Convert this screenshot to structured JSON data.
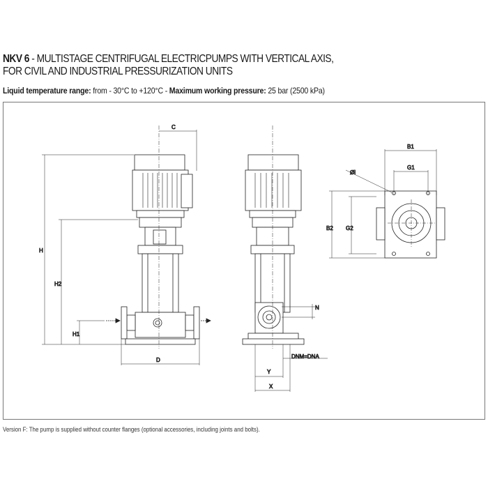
{
  "header": {
    "model": "NKV 6",
    "separator": " - ",
    "line1": "MULTISTAGE CENTRIFUGAL ELECTRICPUMPS WITH VERTICAL AXIS,",
    "line2": "FOR CIVIL AND INDUSTRIAL PRESSURIZATION UNITS"
  },
  "specs": {
    "temp_label": "Liquid temperature range:",
    "temp_value": " from - 30°C to +120°C - ",
    "pressure_label": "Maximum working pressure:",
    "pressure_value": " 25 bar (2500 kPa)"
  },
  "dimensions": {
    "C": "C",
    "H": "H",
    "H2": "H2",
    "H1": "H1",
    "D": "D",
    "N": "N",
    "DNM": "DNM=DNA",
    "Y": "Y",
    "X": "X",
    "B1": "B1",
    "G1": "G1",
    "B2": "B2",
    "G2": "G2",
    "O": "Øl"
  },
  "footnote": "Version F: The pump is supplied without counter flanges (optional accessories, including joints and bolts)."
}
